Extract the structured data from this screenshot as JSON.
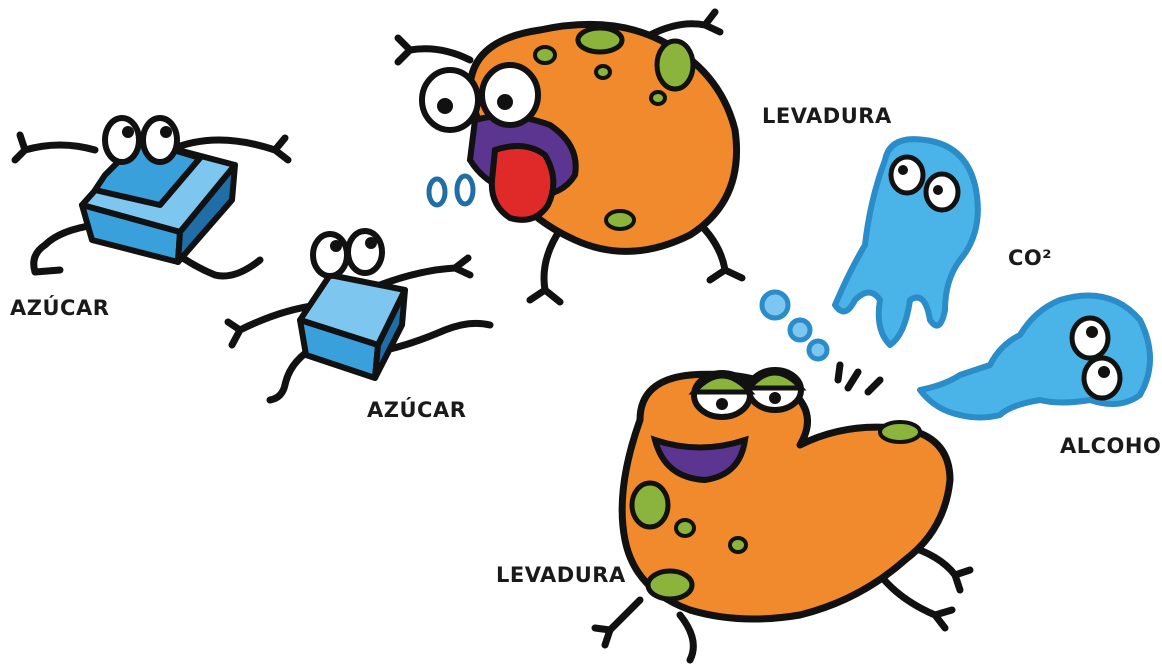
{
  "labels": {
    "sugar_1": "AZÚCAR",
    "sugar_2": "AZÚCAR",
    "yeast_1": "LEVADURA",
    "yeast_2": "LEVADURA",
    "co2": "CO²",
    "alcohol": "ALCOHOL"
  },
  "colors": {
    "sugar_cube_front": "#3aa0dc",
    "sugar_cube_side": "#1f6ea8",
    "sugar_cube_top": "#7cc6ef",
    "yeast_body": "#f08a2c",
    "yeast_spots": "#8ab43c",
    "mouth": "#5b3590",
    "tongue": "#e02a2a",
    "gas": "#4ab4e8",
    "outline": "#111111"
  },
  "icons": {
    "sugar": "sugar-cube-character-icon",
    "yeast": "yeast-blob-character-icon",
    "co2": "co2-ghost-character-icon",
    "alcohol": "alcohol-ghost-character-icon"
  }
}
